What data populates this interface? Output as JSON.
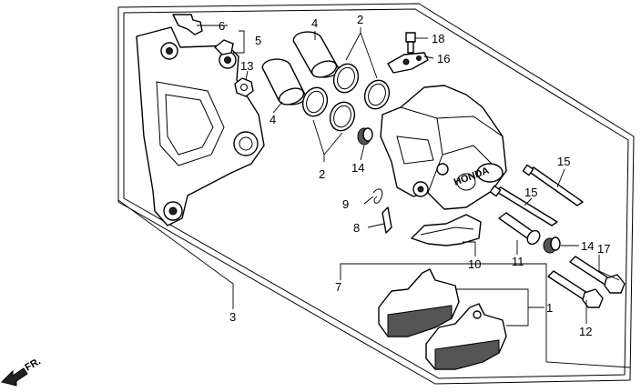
{
  "callouts": {
    "c1": "1",
    "c2a": "2",
    "c2b": "2",
    "c3": "3",
    "c4a": "4",
    "c4b": "4",
    "c5": "5",
    "c6": "6",
    "c7": "7",
    "c8": "8",
    "c9": "9",
    "c10": "10",
    "c11": "11",
    "c12": "12",
    "c13": "13",
    "c14a": "14",
    "c14b": "14",
    "c15a": "15",
    "c15b": "15",
    "c16": "16",
    "c17": "17",
    "c18": "18"
  },
  "direction_marker": {
    "label": "FR.",
    "icon": "front-arrow-icon"
  },
  "brand_mark": "HONDA"
}
